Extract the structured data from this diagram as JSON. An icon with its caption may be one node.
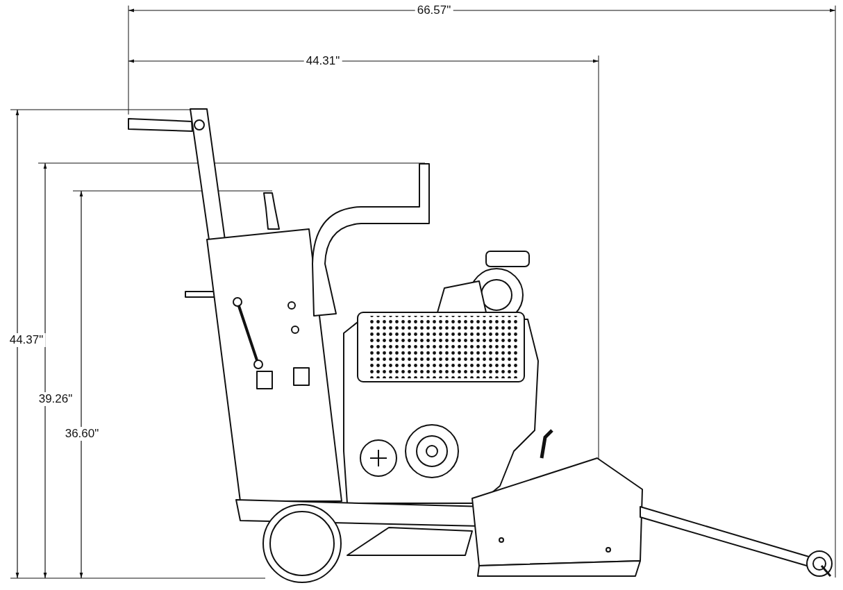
{
  "diagram": {
    "labels": [
      "66.57\"",
      "44.31\"",
      "44.37\"",
      "39.26\"",
      "36.60\""
    ]
  }
}
